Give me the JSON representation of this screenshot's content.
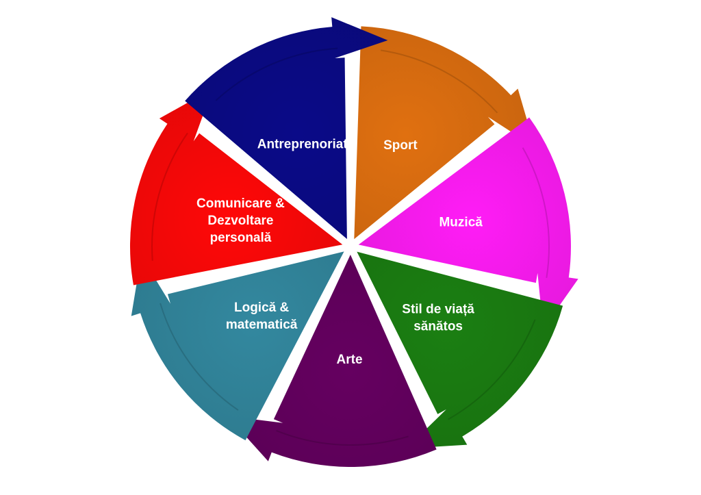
{
  "segments": [
    {
      "label_lines": [
        "Sport"
      ],
      "color": "#E07010"
    },
    {
      "label_lines": [
        "Muzică"
      ],
      "color": "#FF1CF6"
    },
    {
      "label_lines": [
        "Stil de viață",
        "sănătos"
      ],
      "color": "#1B7F12"
    },
    {
      "label_lines": [
        "Arte"
      ],
      "color": "#650060"
    },
    {
      "label_lines": [
        "Logică &",
        "matematică"
      ],
      "color": "#33889F"
    },
    {
      "label_lines": [
        "Comunicare &",
        "Dezvoltare",
        "personală"
      ],
      "color": "#FF0808"
    },
    {
      "label_lines": [
        "Antreprenoriat"
      ],
      "color": "#0A0A88"
    }
  ]
}
